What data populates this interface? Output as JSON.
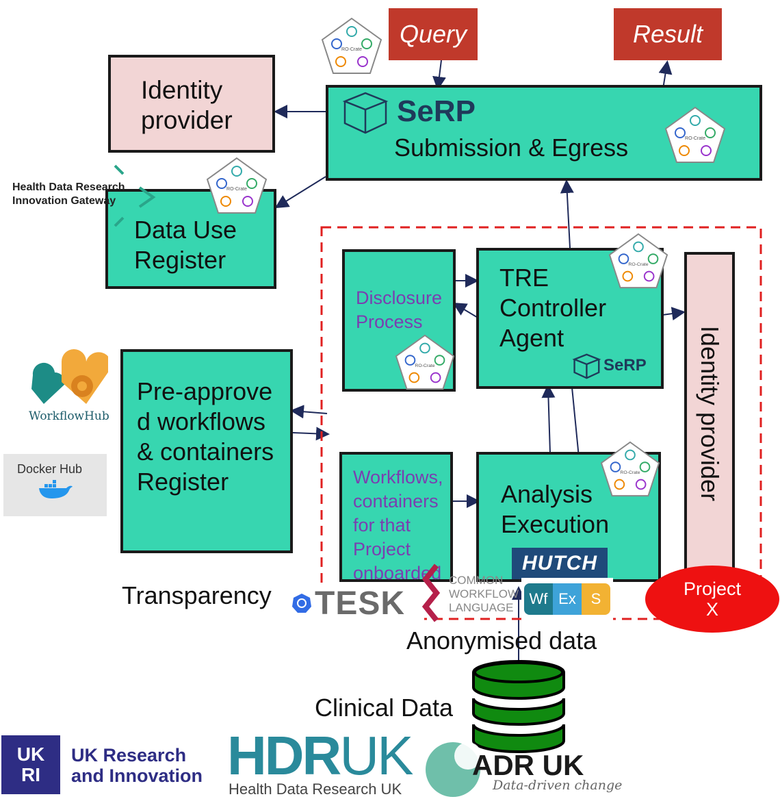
{
  "query": "Query",
  "result": "Result",
  "identity_provider_top": "Identity provider",
  "serp": {
    "logo": "SeRP",
    "subtitle": "Submission & Egress"
  },
  "hdr_gateway": "Health Data Research Innovation Gateway",
  "data_use_register": "Data Use Register",
  "disclosure": "Disclosure Process",
  "tre_controller": "TRE Controller Agent",
  "serp_small": "SeRP",
  "identity_provider_vertical": "Identity provider",
  "workflowhub": "WorkflowHub",
  "dockerhub": "Docker Hub",
  "preapproved": "Pre-approve d workflows & containers Register",
  "workflows_onboarded": "Workflows, containers for that Project onboarded",
  "analysis": "Analysis Execution",
  "hutch": "HUTCH",
  "wfexs": {
    "wf": "Wf",
    "ex": "Ex",
    "s": "S"
  },
  "transparency": "Transparency",
  "tesk": "TESK",
  "cwl": "COMMON WORKFLOW LANGUAGE",
  "project_x": "Project X",
  "anonymised": "Anonymised data",
  "clinical": "Clinical Data",
  "rocrate": "RO-Crate",
  "ukri": {
    "logo": "UK RI",
    "name": "UK Research and Innovation"
  },
  "hdruk": {
    "logo_a": "HDR",
    "logo_b": "UK",
    "name": "Health Data Research UK"
  },
  "adruk": {
    "logo": "ADR UK",
    "tagline": "Data-driven change"
  },
  "colors": {
    "green": "#37d6b0",
    "pink": "#f2d5d5",
    "red": "#c0392b",
    "dashed": "#e02020",
    "purple": "#7a3fb0"
  }
}
